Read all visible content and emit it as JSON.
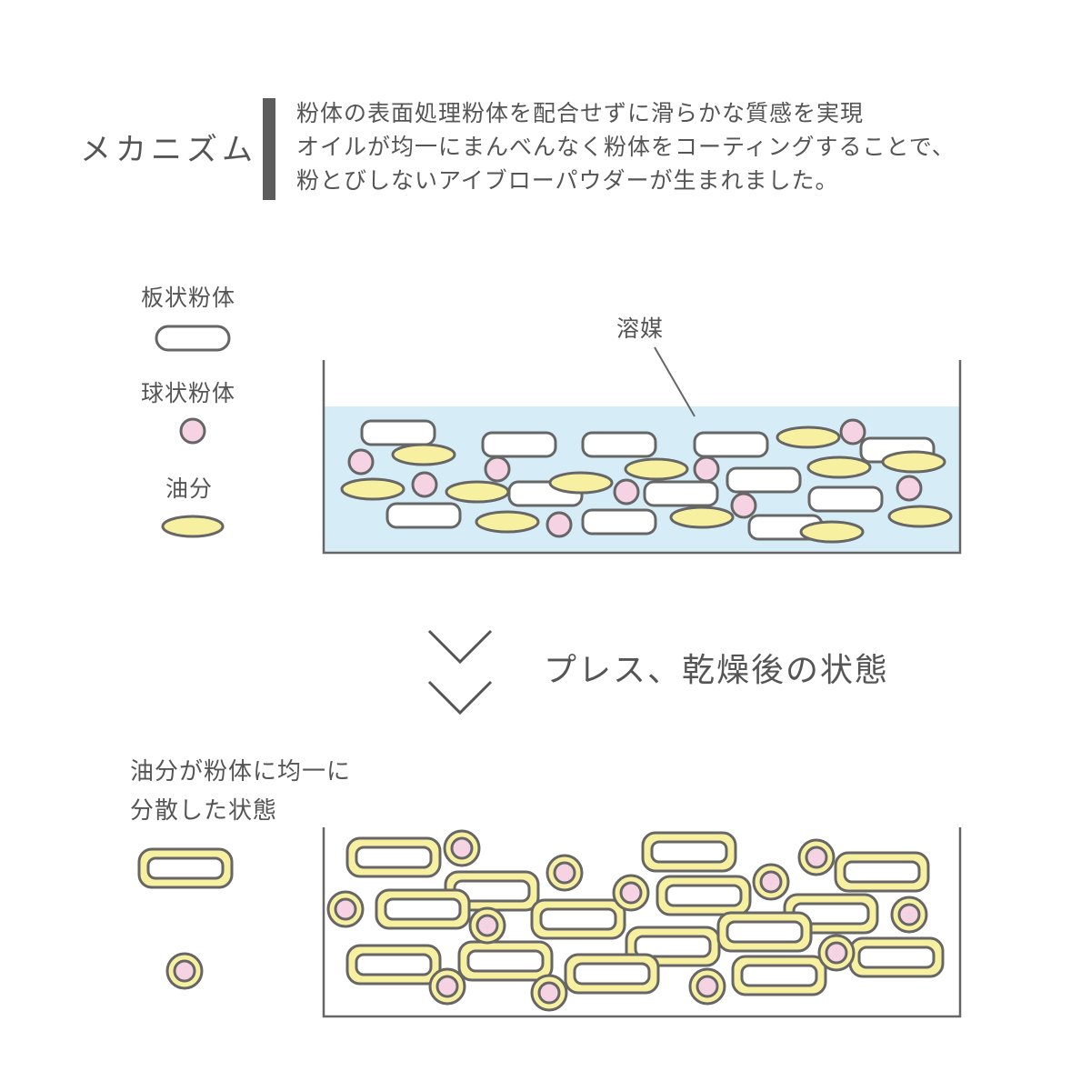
{
  "header": {
    "title": "メカニズム",
    "lines": [
      "粉体の表面処理粉体を配合せずに滑らかな質感を実現",
      "オイルが均一にまんべんなく粉体をコーティングすることで、",
      "粉とびしないアイブローパウダーが生まれました。"
    ]
  },
  "legend": {
    "plate_powder": "板状粉体",
    "sphere_powder": "球状粉体",
    "oil": "油分"
  },
  "before_panel": {
    "solvent_label": "溶媒"
  },
  "transition": {
    "label": "プレス、乾燥後の状態"
  },
  "after_panel": {
    "label_lines": [
      "油分が粉体に均一に",
      "分散した状態"
    ]
  },
  "colors": {
    "outline": "#666666",
    "solvent": "#d6ecf7",
    "oil": "#f7f0a0",
    "sphere": "#f6d3e3",
    "plate": "#ffffff"
  }
}
